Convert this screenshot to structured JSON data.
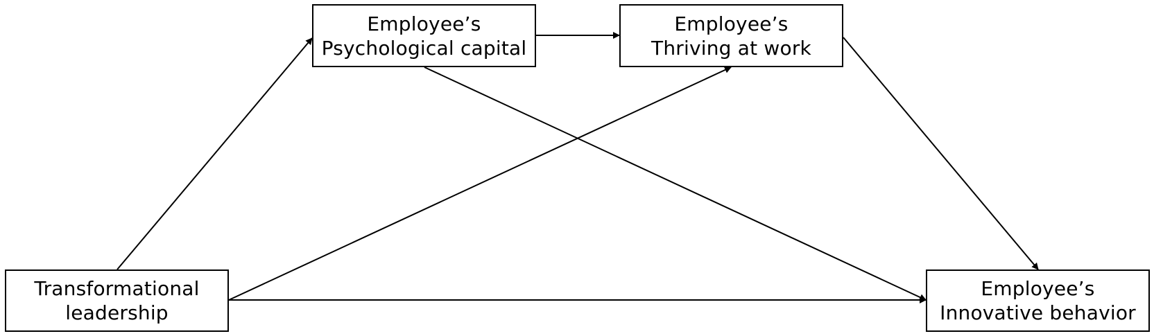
{
  "diagram": {
    "nodes": {
      "transformational_leadership": {
        "lines": [
          "Transformational",
          "leadership"
        ]
      },
      "psychological_capital": {
        "lines": [
          "Employee’s",
          "Psychological capital"
        ]
      },
      "thriving_at_work": {
        "lines": [
          "Employee’s",
          "Thriving at work"
        ]
      },
      "innovative_behavior": {
        "lines": [
          "Employee’s",
          "Innovative behavior"
        ]
      }
    },
    "edges": [
      {
        "from": "transformational_leadership",
        "to": "psychological_capital"
      },
      {
        "from": "psychological_capital",
        "to": "thriving_at_work"
      },
      {
        "from": "thriving_at_work",
        "to": "innovative_behavior"
      },
      {
        "from": "psychological_capital",
        "to": "innovative_behavior"
      },
      {
        "from": "transformational_leadership",
        "to": "thriving_at_work"
      },
      {
        "from": "transformational_leadership",
        "to": "innovative_behavior"
      }
    ],
    "colors": {
      "stroke": "#000000",
      "background": "#ffffff"
    }
  }
}
